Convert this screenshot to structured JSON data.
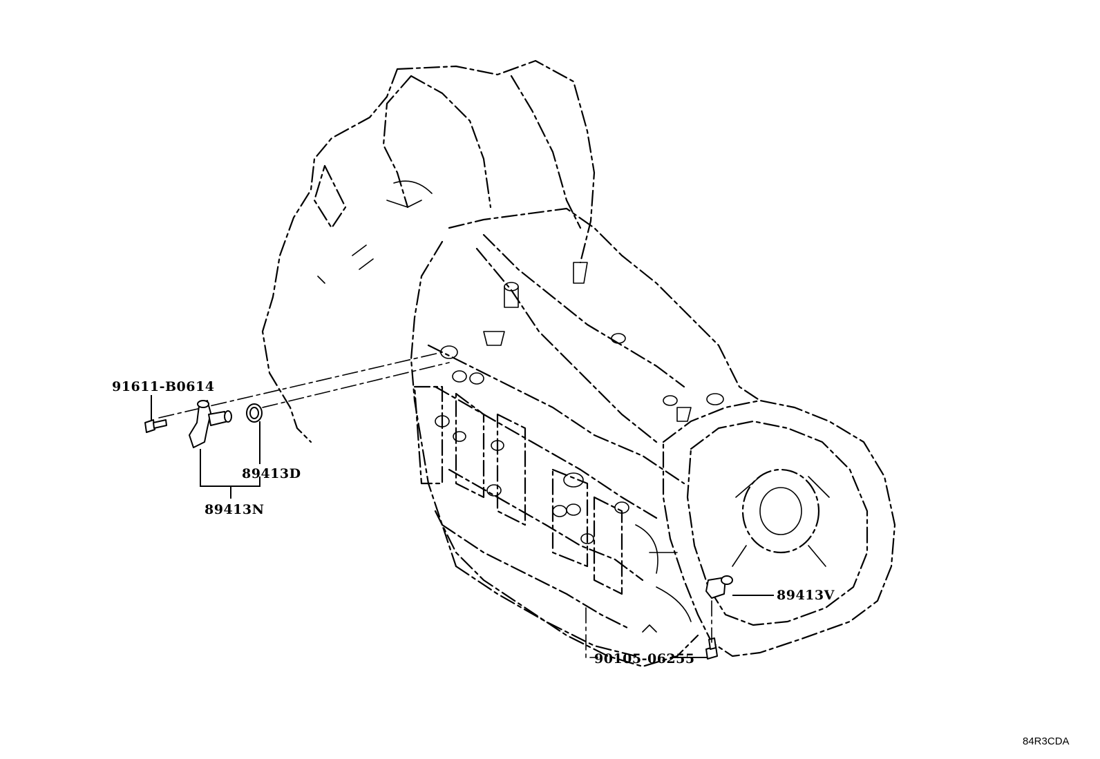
{
  "parts": {
    "bolt_front": "91611-B0614",
    "o_ring": "89413D",
    "speed_sensor": "89413N",
    "output_sensor": "89413V",
    "bolt_rear": "90105-06255"
  },
  "figure_code": "84R3CDA"
}
